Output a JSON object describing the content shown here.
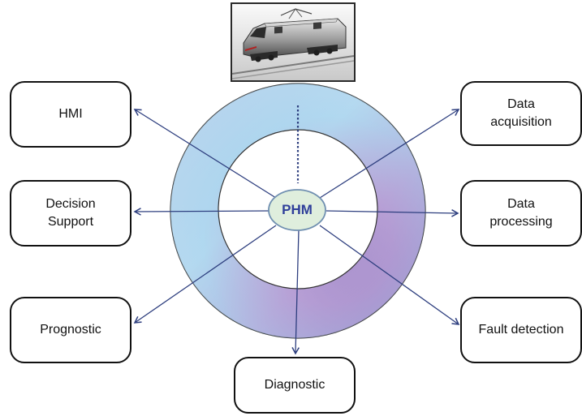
{
  "center": {
    "label": "PHM"
  },
  "nodes": {
    "hmi": "HMI",
    "decision": "Decision\nSupport",
    "prognostic": "Prognostic",
    "diagnostic": "Diagnostic",
    "acquisition": "Data\nacquisition",
    "processing": "Data\nprocessing",
    "fault": "Fault detection"
  },
  "image": {
    "subject": "locomotive-photo"
  },
  "colors": {
    "ring_light": "#a7d6ef",
    "ring_purple": "#9f86c6",
    "arrow": "#2e3f7f",
    "center_fill": "#dfeedd",
    "center_stroke": "#6f8fb0",
    "text": "#111111",
    "phm_text": "#2f3f9a"
  }
}
